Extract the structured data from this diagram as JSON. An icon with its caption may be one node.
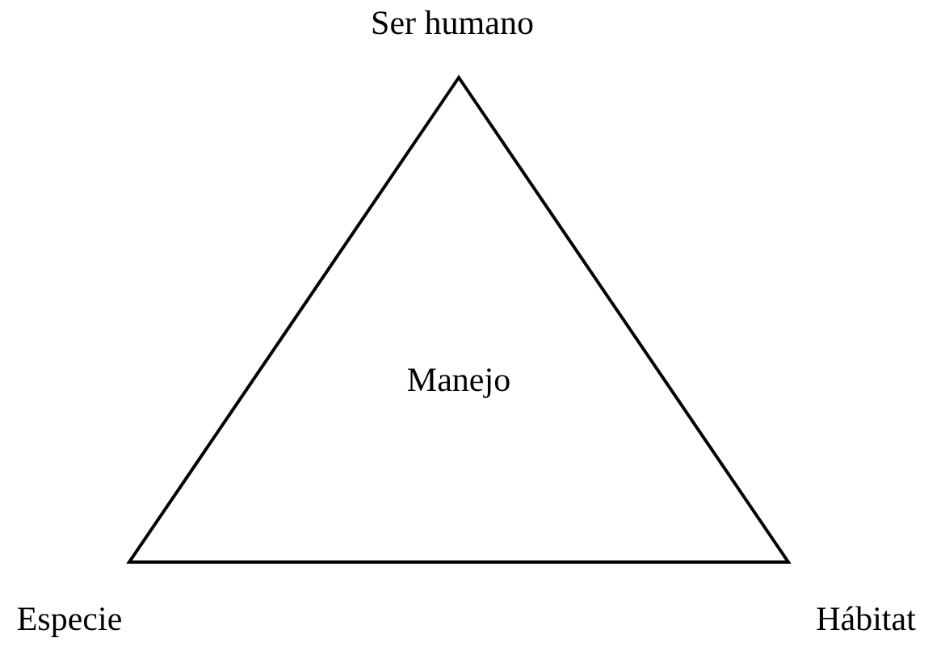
{
  "diagram": {
    "nodes": [
      {
        "text": [
          "Manejo"
        ],
        "beside": [
          "Ser humano",
          "Especie",
          "Hábitat"
        ]
      }
    ]
  }
}
